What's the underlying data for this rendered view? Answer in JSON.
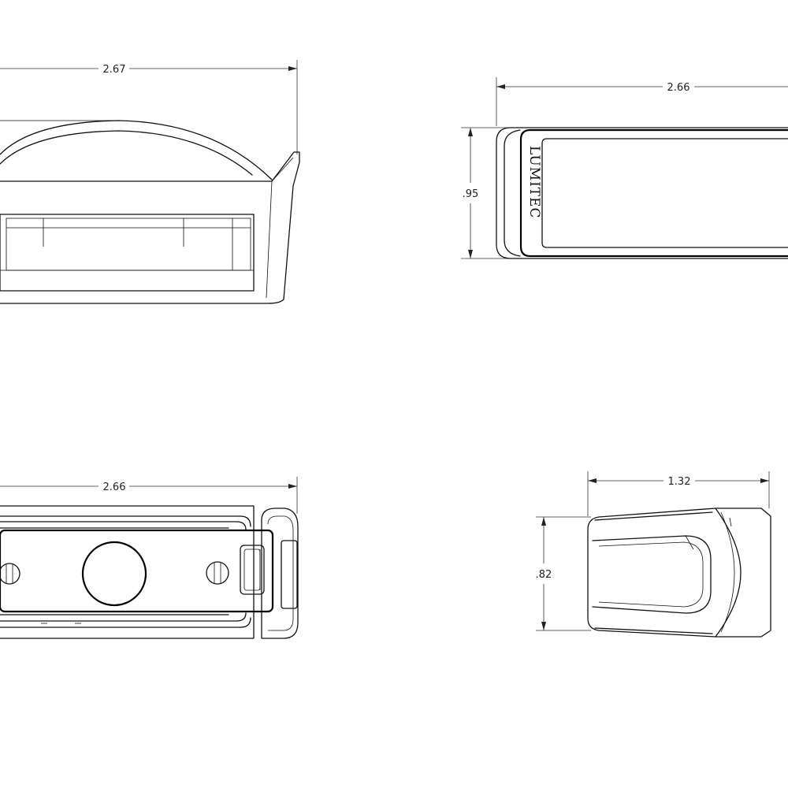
{
  "dimensions": {
    "front_width": "2.67",
    "top_width": "2.66",
    "top_height": ".95",
    "bottom_width": "2.66",
    "side_width": "1.32",
    "side_height": ".82"
  },
  "brand_text": "LUMITEC",
  "colors": {
    "line": "#111111",
    "background": "#ffffff"
  }
}
